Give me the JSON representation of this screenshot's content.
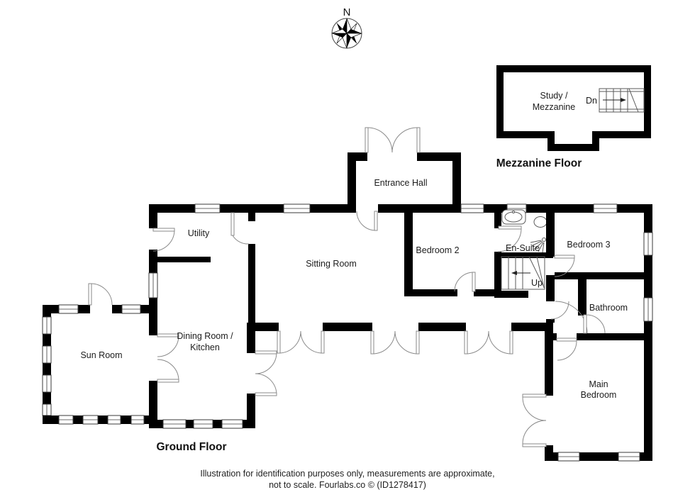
{
  "compass": {
    "label": "N"
  },
  "mezzanine_plan": {
    "title": "Mezzanine Floor",
    "room_study_line1": "Study /",
    "room_study_line2": "Mezzanine",
    "stairs_label": "Dn"
  },
  "ground_plan": {
    "title": "Ground Floor",
    "rooms": {
      "entrance_hall": "Entrance Hall",
      "utility": "Utility",
      "sitting_room": "Sitting Room",
      "bedroom2": "Bedroom 2",
      "ensuite": "En-Suite",
      "bedroom3": "Bedroom 3",
      "bathroom": "Bathroom",
      "dining_line1": "Dining Room /",
      "dining_line2": "Kitchen",
      "sun_room": "Sun Room",
      "main_bedroom_line1": "Main",
      "main_bedroom_line2": "Bedroom",
      "stairs_label": "Up"
    }
  },
  "footer": {
    "line1": "Illustration for identification purposes only, measurements are approximate,",
    "line2": "not to scale. Fourlabs.co © (ID1278417)"
  },
  "colors": {
    "wall": "#000000",
    "background": "#ffffff"
  }
}
